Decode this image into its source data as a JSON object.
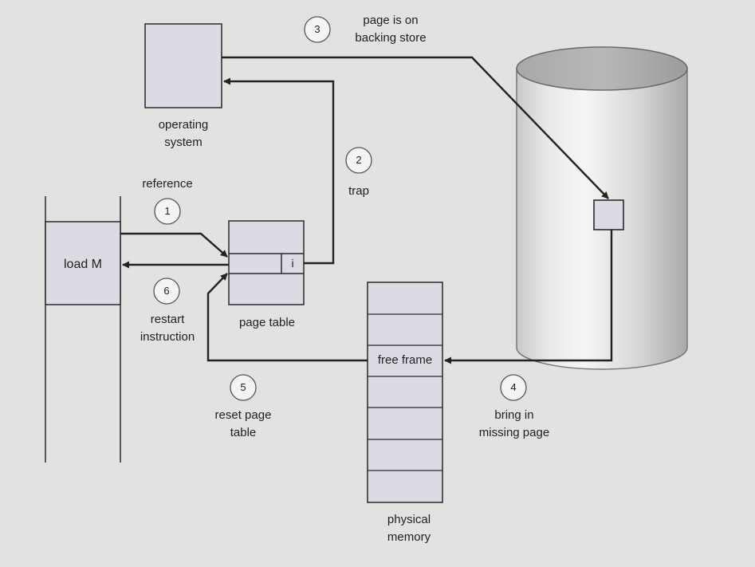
{
  "labels": {
    "operating_system": [
      "operating",
      "system"
    ],
    "reference": "reference",
    "trap": "trap",
    "page_on_backing_store": [
      "page is on",
      "backing store"
    ],
    "load_m": "load M",
    "page_table_entry_bit": "i",
    "page_table": "page table",
    "restart_instruction": [
      "restart",
      "instruction"
    ],
    "reset_page_table": [
      "reset page",
      "table"
    ],
    "free_frame": "free frame",
    "bring_in_missing_page": [
      "bring in",
      "missing page"
    ],
    "physical_memory": [
      "physical",
      "memory"
    ]
  },
  "steps": [
    "1",
    "2",
    "3",
    "4",
    "5",
    "6"
  ],
  "colors": {
    "background": "#e2e2e0",
    "box_fill": "#dcdbe4",
    "stroke": "#2a2a2a"
  }
}
